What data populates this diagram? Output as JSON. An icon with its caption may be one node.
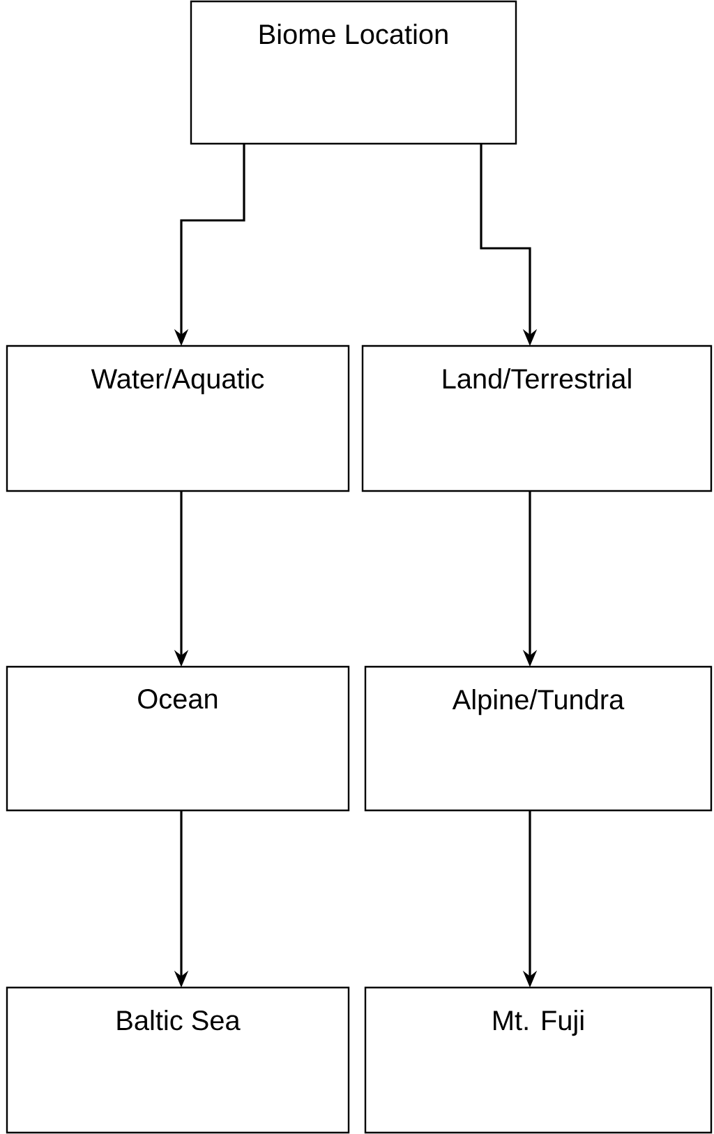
{
  "diagram": {
    "nodes": [
      {
        "text": [
          "Biome Location"
        ]
      },
      {
        "text": [
          "Water/Aquatic"
        ]
      },
      {
        "text": [
          "Land/Terrestrial"
        ]
      },
      {
        "text": [
          "Ocean"
        ]
      },
      {
        "text": [
          "Alpine/Tundra"
        ]
      },
      {
        "text": [
          "Baltic Sea"
        ]
      },
      {
        "text": [
          "Mt. Fuji"
        ]
      }
    ],
    "edges": [
      {
        "from": 0,
        "to": 1,
        "arrow": "to"
      },
      {
        "from": 0,
        "to": 2,
        "arrow": "to"
      },
      {
        "from": 1,
        "to": 3,
        "arrow": "to"
      },
      {
        "from": 2,
        "to": 4,
        "arrow": "to"
      },
      {
        "from": 3,
        "to": 5,
        "arrow": "to"
      },
      {
        "from": 4,
        "to": 6,
        "arrow": "to"
      }
    ]
  }
}
